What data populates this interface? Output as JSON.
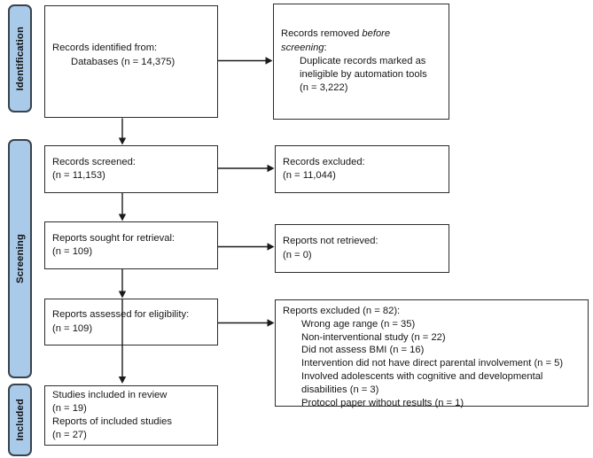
{
  "diagram_title": "PRISMA flow diagram",
  "colors": {
    "sidebar_fill": "#a9cbe9",
    "sidebar_border": "#39434d",
    "box_border": "#2d2d2d",
    "arrow": "#1b1b1b",
    "background": "#ffffff",
    "text": "#161616"
  },
  "sidebar": {
    "identification": "Identification",
    "screening": "Screening",
    "included": "Included"
  },
  "boxes": {
    "identified": {
      "lines": [
        {
          "t": "Records identified from:"
        },
        {
          "t": "Databases (n = 14,375)",
          "ind": 1
        }
      ]
    },
    "removed": {
      "lines": [
        {
          "parts": [
            {
              "t": "Records removed "
            },
            {
              "t": "before",
              "it": true
            }
          ]
        },
        {
          "parts": [
            {
              "t": "screening",
              "it": true
            },
            {
              "t": ":"
            }
          ]
        },
        {
          "t": "Duplicate records marked as",
          "ind": 1
        },
        {
          "t": "ineligible by automation tools",
          "ind": 1
        },
        {
          "t": "(n = 3,222)",
          "ind": 1
        }
      ]
    },
    "screened": {
      "lines": [
        {
          "t": "Records screened:"
        },
        {
          "t": "(n = 11,153)"
        }
      ]
    },
    "records_excluded": {
      "lines": [
        {
          "t": "Records excluded:"
        },
        {
          "t": "(n = 11,044)"
        }
      ]
    },
    "sought": {
      "lines": [
        {
          "t": "Reports sought for retrieval:"
        },
        {
          "t": "(n = 109)"
        }
      ]
    },
    "not_retrieved": {
      "lines": [
        {
          "t": "Reports not retrieved:"
        },
        {
          "t": "(n = 0)"
        }
      ]
    },
    "assessed": {
      "lines": [
        {
          "t": "Reports assessed for eligibility:"
        },
        {
          "t": "(n = 109)"
        }
      ]
    },
    "reports_excluded": {
      "lines": [
        {
          "t": "Reports excluded (n = 82):"
        },
        {
          "t": "Wrong age range (n = 35)",
          "ind": 1
        },
        {
          "t": "Non-interventional study (n = 22)",
          "ind": 1
        },
        {
          "t": "Did not assess BMI (n = 16)",
          "ind": 1
        },
        {
          "t": "Intervention did not have direct parental involvement (n = 5)",
          "ind": 1
        },
        {
          "t": "Involved adolescents with cognitive and developmental",
          "ind": 1
        },
        {
          "t": "disabilities (n = 3)",
          "ind": 1
        },
        {
          "t": "Protocol paper without results (n = 1)",
          "ind": 1
        }
      ]
    },
    "included_studies": {
      "lines": [
        {
          "t": "Studies included in review"
        },
        {
          "t": "(n = 19)"
        },
        {
          "t": "Reports of included studies"
        },
        {
          "t": "(n = 27)"
        }
      ]
    }
  }
}
